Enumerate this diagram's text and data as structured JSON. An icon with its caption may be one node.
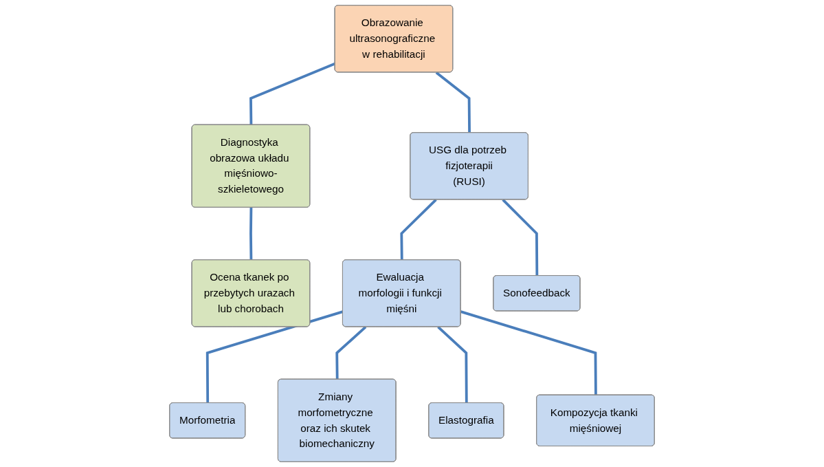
{
  "diagram": {
    "nodes": [
      {
        "text": [
          "Obrazowanie ultrasonograficzne w rehabilitacji"
        ]
      },
      {
        "text": [
          "Diagnostyka obrazowa układu mięśniowo-szkieletowego"
        ]
      },
      {
        "text": [
          "USG dla potrzeb fizjoterapii",
          "(RUSI)"
        ]
      },
      {
        "text": [
          "Ocena tkanek po przebytych urazach lub chorobach"
        ]
      },
      {
        "text": [
          "Ewaluacja morfologii i funkcji mięśni"
        ]
      },
      {
        "text": [
          "Sonofeedback"
        ]
      },
      {
        "text": [
          "Morfometria"
        ]
      },
      {
        "text": [
          "Zmiany morfometryczne oraz ich skutek biomechaniczny"
        ]
      },
      {
        "text": [
          "Elastografia"
        ]
      },
      {
        "text": [
          "Kompozycja tkanki mięśniowej"
        ]
      }
    ],
    "edges": [
      {
        "from": 0,
        "to": 1,
        "arrow": "none"
      },
      {
        "from": 0,
        "to": 2,
        "arrow": "none"
      },
      {
        "from": 1,
        "to": 3,
        "arrow": "none"
      },
      {
        "from": 2,
        "to": 4,
        "arrow": "none"
      },
      {
        "from": 2,
        "to": 5,
        "arrow": "none"
      },
      {
        "from": 4,
        "to": 6,
        "arrow": "none"
      },
      {
        "from": 4,
        "to": 7,
        "arrow": "none"
      },
      {
        "from": 4,
        "to": 8,
        "arrow": "none"
      },
      {
        "from": 4,
        "to": 9,
        "arrow": "none"
      }
    ]
  }
}
